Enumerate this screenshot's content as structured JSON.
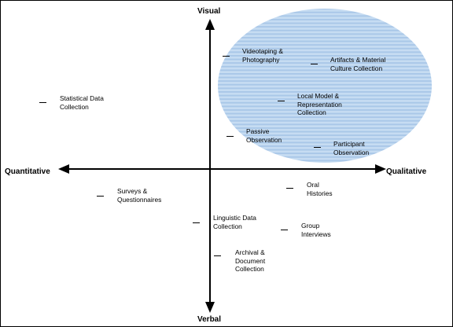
{
  "axes": {
    "top": "Visual",
    "bottom": "Verbal",
    "left": "Quantitative",
    "right": "Qualitative"
  },
  "colors": {
    "ellipse_fill": "#c6dcf2",
    "ellipse_stripe": "#a9c7e8",
    "ink": "#000000"
  },
  "methods": [
    {
      "id": "videotaping",
      "lines": [
        "Videotaping &",
        "Photography"
      ]
    },
    {
      "id": "artifacts",
      "lines": [
        "Artifacts & Material",
        "Culture Collection"
      ]
    },
    {
      "id": "local-model",
      "lines": [
        "Local Model &",
        "Representation",
        "Collection"
      ]
    },
    {
      "id": "passive-obs",
      "lines": [
        "Passive",
        "Observation"
      ]
    },
    {
      "id": "participant",
      "lines": [
        "Participant",
        "Observation"
      ]
    },
    {
      "id": "statistical",
      "lines": [
        "Statistical Data",
        "Collection"
      ]
    },
    {
      "id": "surveys",
      "lines": [
        "Surveys &",
        "Questionnaires"
      ]
    },
    {
      "id": "oral",
      "lines": [
        "Oral",
        "Histories"
      ]
    },
    {
      "id": "linguistic",
      "lines": [
        "Linguistic Data",
        "Collection"
      ]
    },
    {
      "id": "group",
      "lines": [
        "Group",
        "Interviews"
      ]
    },
    {
      "id": "archival",
      "lines": [
        "Archival &",
        "Document",
        "Collection"
      ]
    }
  ]
}
